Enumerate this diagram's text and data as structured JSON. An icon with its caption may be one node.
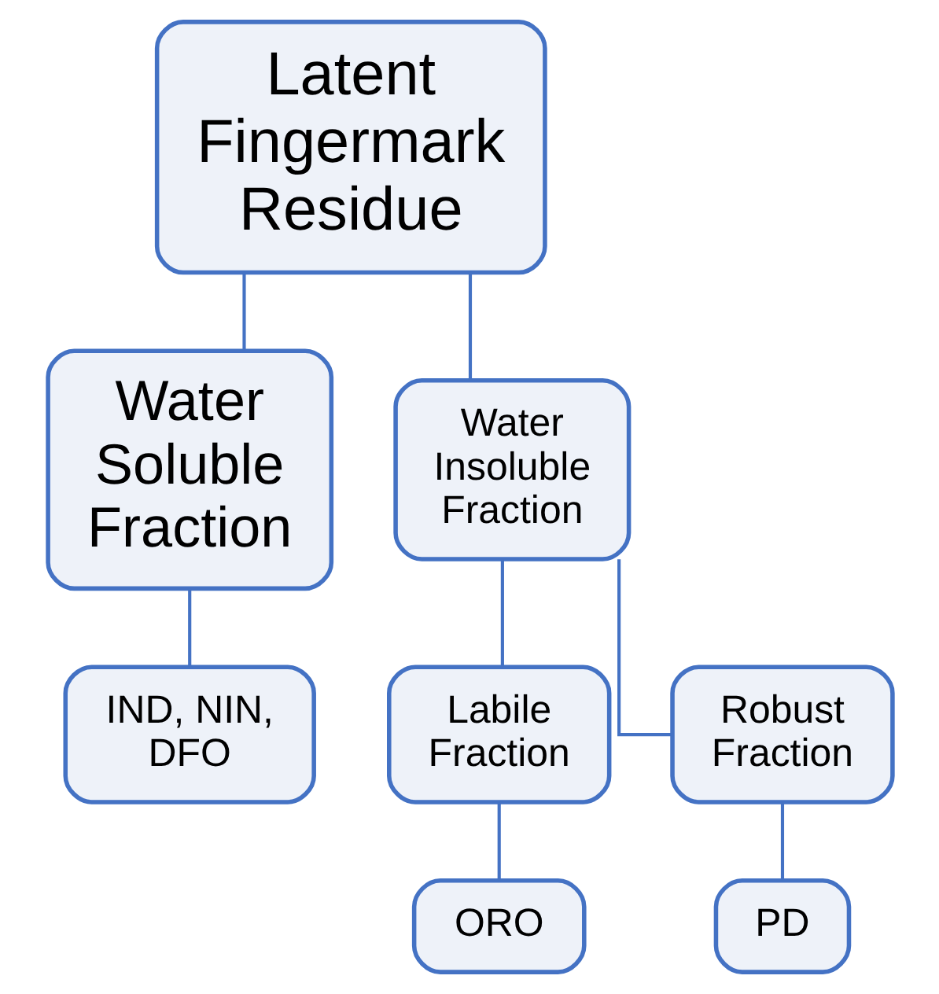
{
  "diagram": {
    "nodes": [
      {
        "text": [
          "Latent Fingermark Residue"
        ]
      },
      {
        "text": [
          "Water Soluble Fraction"
        ]
      },
      {
        "text": [
          "Water Insoluble Fraction"
        ]
      },
      {
        "text": [
          "IND, NIN, DFO"
        ]
      },
      {
        "text": [
          "Labile Fraction"
        ]
      },
      {
        "text": [
          "Robust Fraction"
        ]
      },
      {
        "text": [
          "ORO"
        ]
      },
      {
        "text": [
          "PD"
        ]
      }
    ],
    "edges": [
      {
        "from": 0,
        "to": 1,
        "arrow": "none"
      },
      {
        "from": 0,
        "to": 2,
        "arrow": "none"
      },
      {
        "from": 1,
        "to": 3,
        "arrow": "none"
      },
      {
        "from": 2,
        "to": 4,
        "arrow": "none"
      },
      {
        "from": 2,
        "to": 5,
        "arrow": "none"
      },
      {
        "from": 4,
        "to": 6,
        "arrow": "none"
      },
      {
        "from": 5,
        "to": 7,
        "arrow": "none"
      }
    ]
  }
}
